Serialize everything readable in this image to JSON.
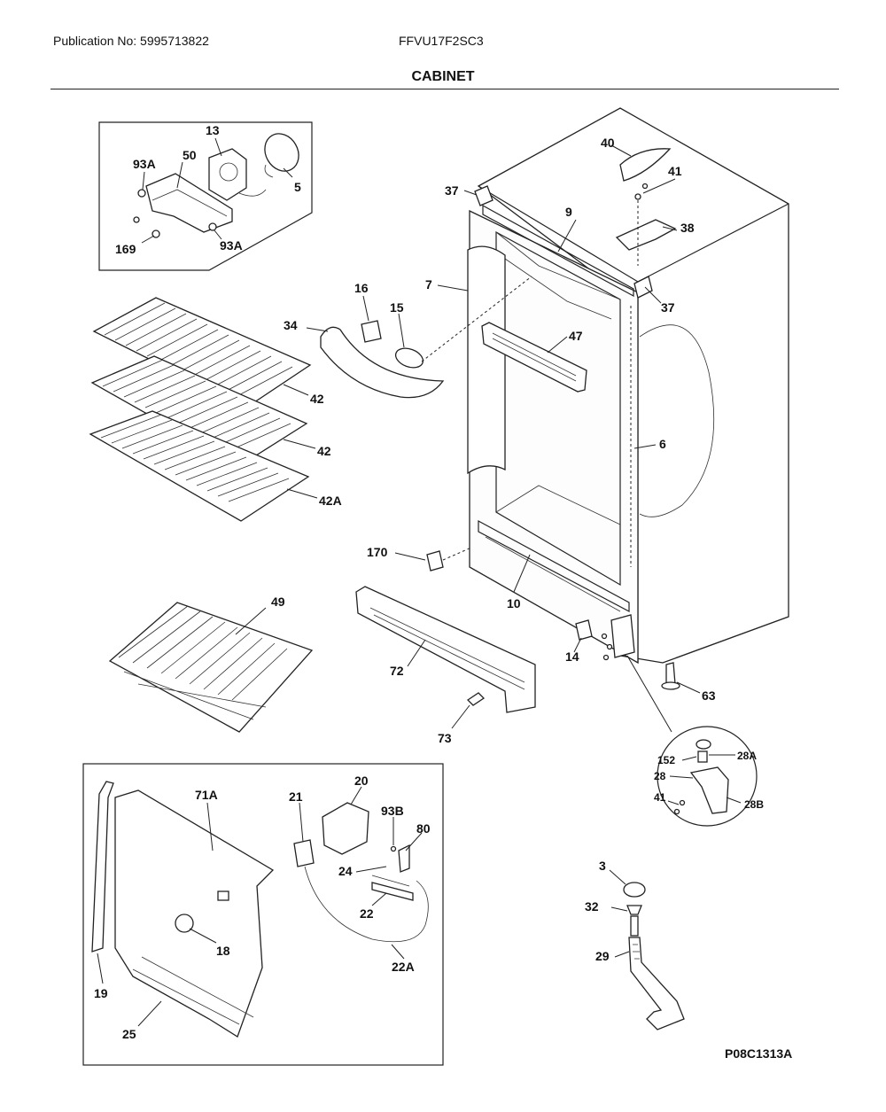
{
  "header": {
    "publication": "Publication No: 5995713822",
    "model": "FFVU17F2SC3",
    "title": "CABINET"
  },
  "figure_id": "P08C1313A",
  "callouts": {
    "c13": "13",
    "c50": "50",
    "c93a_top": "93A",
    "c5": "5",
    "c169": "169",
    "c93a_bot": "93A",
    "c40": "40",
    "c41_top": "41",
    "c37_top": "37",
    "c9": "9",
    "c38": "38",
    "c37_right": "37",
    "c7": "7",
    "c16": "16",
    "c15": "15",
    "c34": "34",
    "c47": "47",
    "c6": "6",
    "c42_a": "42",
    "c42_b": "42",
    "c42A": "42A",
    "c170": "170",
    "c10": "10",
    "c49": "49",
    "c72": "72",
    "c14": "14",
    "c63": "63",
    "c73": "73",
    "c152": "152",
    "c28A": "28A",
    "c28": "28",
    "c41_hinge": "41",
    "c28B": "28B",
    "c20": "20",
    "c21": "21",
    "c71A": "71A",
    "c93B": "93B",
    "c80": "80",
    "c24": "24",
    "c22": "22",
    "c22A": "22A",
    "c18": "18",
    "c19": "19",
    "c25": "25",
    "c3": "3",
    "c32": "32",
    "c29": "29"
  }
}
